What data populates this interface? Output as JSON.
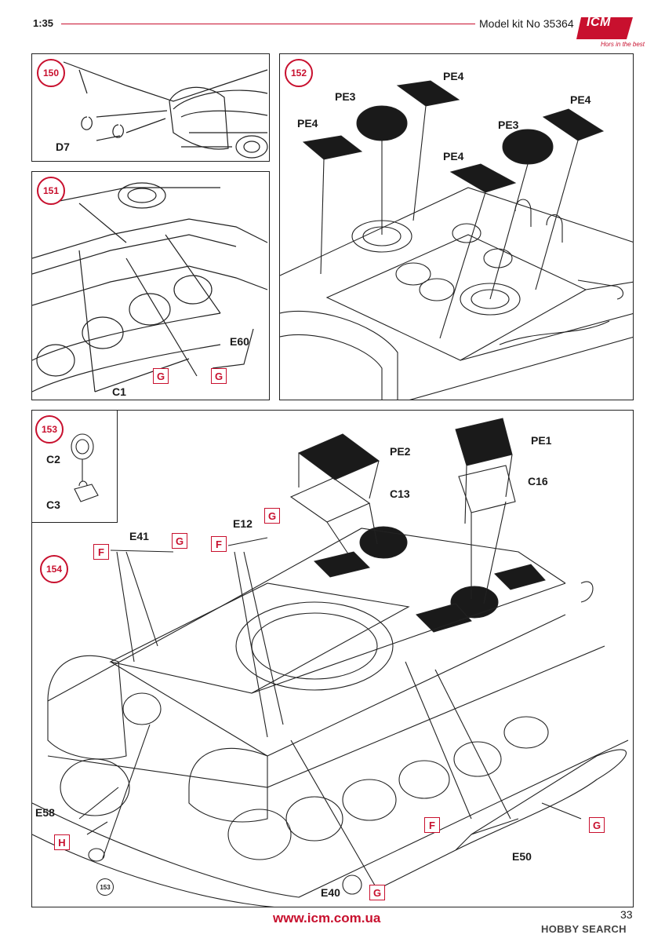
{
  "header": {
    "scale": "1:35",
    "kit": "Model kit No 35364",
    "brand": "ICM",
    "tagline": "Hors in the best"
  },
  "steps": {
    "s150": "150",
    "s151": "151",
    "s152": "152",
    "s153": "153",
    "s154": "154",
    "ref153": "153"
  },
  "parts": {
    "d7": "D7",
    "c1": "C1",
    "e60": "E60",
    "pe4a": "PE4",
    "pe3a": "PE3",
    "pe4b": "PE4",
    "pe4c": "PE4",
    "pe3b": "PE3",
    "pe4d": "PE4",
    "c2": "C2",
    "c3": "C3",
    "pe2": "PE2",
    "pe1": "PE1",
    "c13": "C13",
    "c16": "C16",
    "e41": "E41",
    "e12": "E12",
    "e58": "E58",
    "e50": "E50",
    "e40": "E40"
  },
  "sprues": {
    "g": "G",
    "f": "F",
    "h": "H"
  },
  "footer": {
    "url": "www.icm.com.ua",
    "page": "33",
    "watermark": "HOBBY SEARCH"
  },
  "colors": {
    "accent": "#c8102e",
    "line": "#222222",
    "mesh": "#1a1a1a"
  }
}
